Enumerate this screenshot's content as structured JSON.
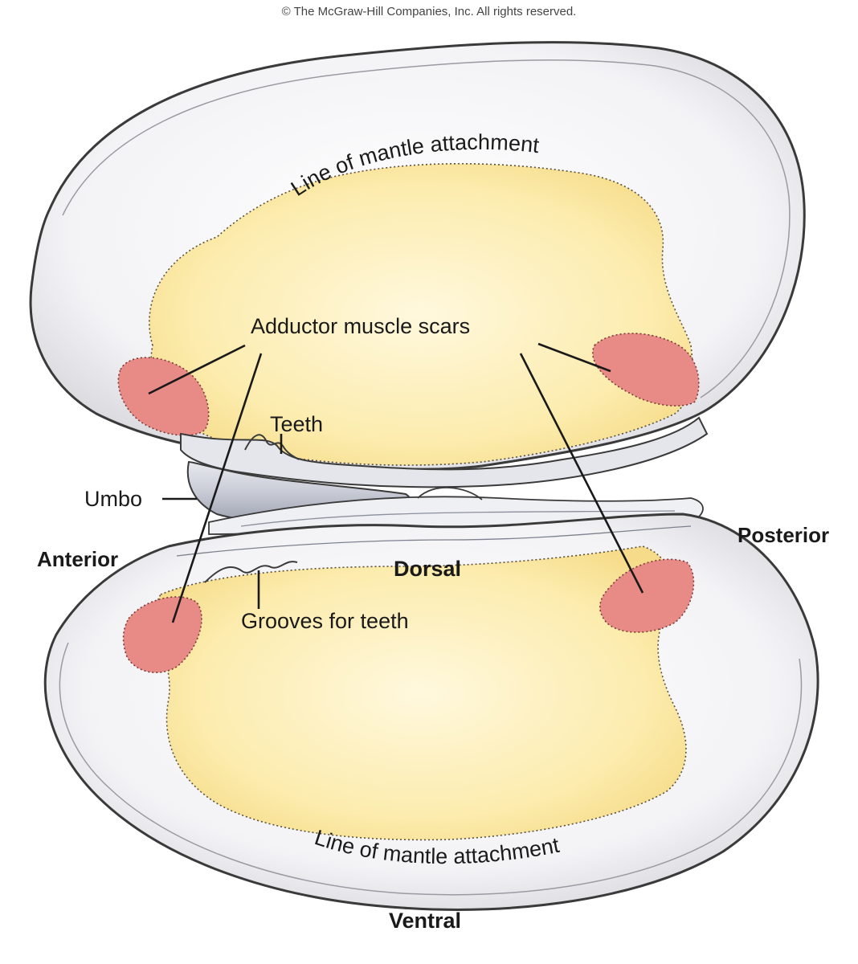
{
  "copyright": "© The McGraw-Hill Companies, Inc. All rights reserved.",
  "labels": {
    "mantle_top": "Line of mantle attachment",
    "mantle_bottom": "Line of mantle attachment",
    "adductor": "Adductor muscle scars",
    "teeth": "Teeth",
    "umbo": "Umbo",
    "grooves": "Grooves for teeth",
    "anterior": "Anterior",
    "posterior": "Posterior",
    "dorsal": "Dorsal",
    "ventral": "Ventral"
  },
  "colors": {
    "shell_outer": "#efeff2",
    "shell_edge": "#3a3a3a",
    "interior": "#fbeaa6",
    "scar": "#e88a86",
    "scar_border": "#7a3a36"
  }
}
